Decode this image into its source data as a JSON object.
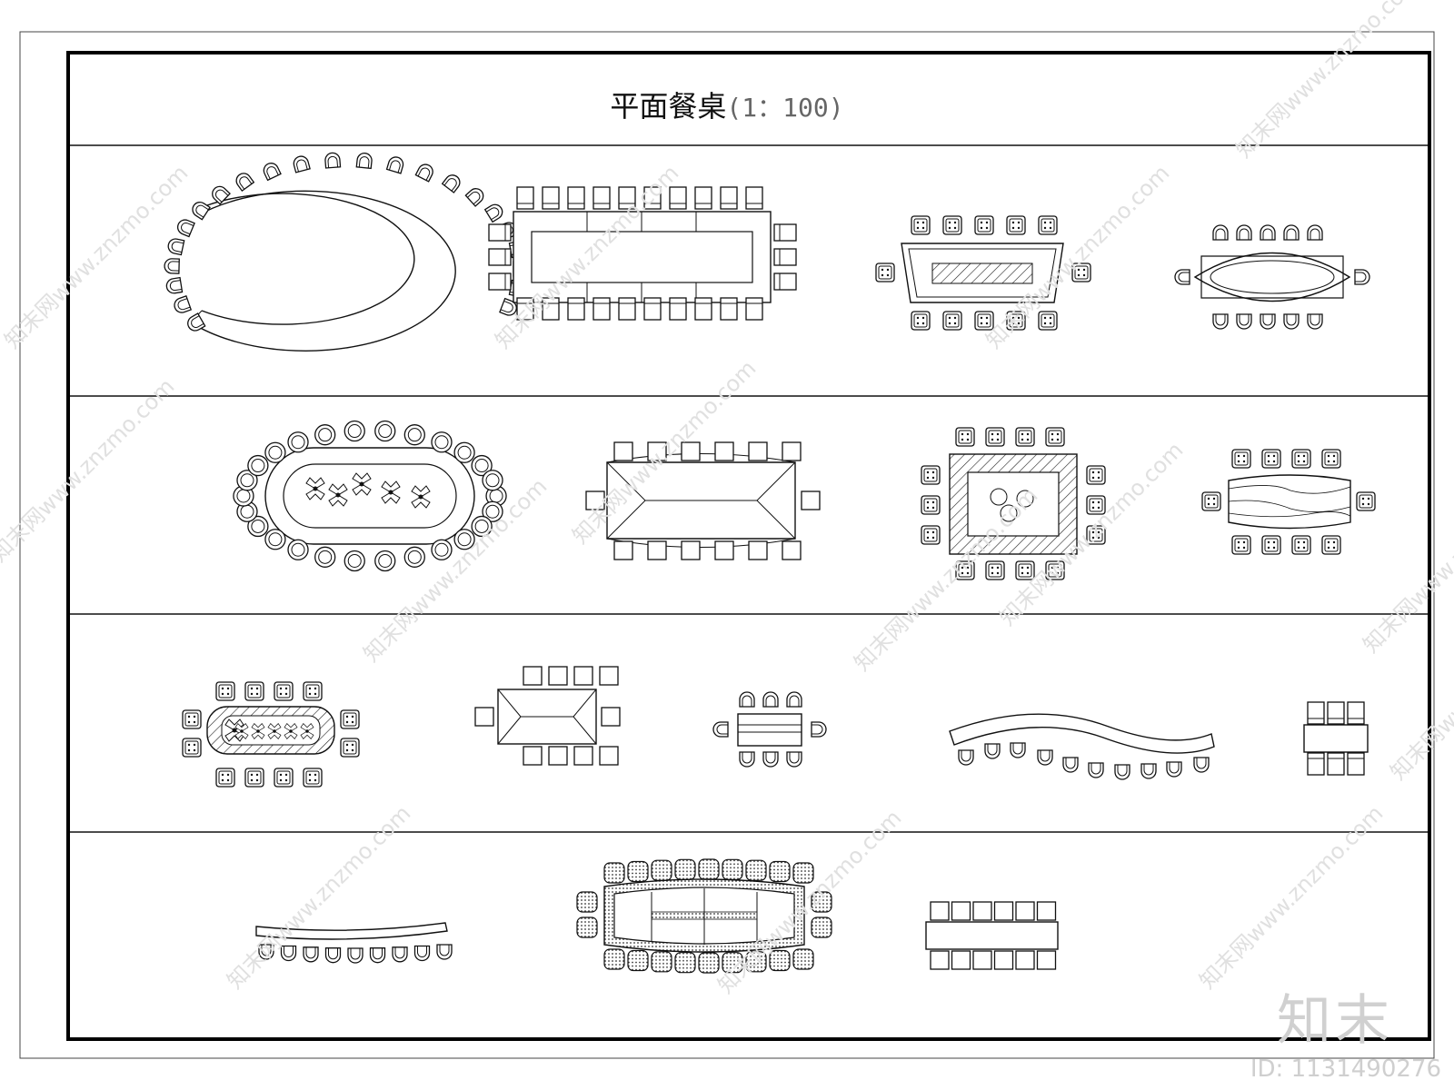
{
  "drawing": {
    "title": "平面餐桌",
    "scale": "(1：100)",
    "colors": {
      "line": "#111111",
      "hatch": "#333333",
      "watermark": "#d8d8d8"
    }
  },
  "watermark": {
    "site": "知末网www.znzmo.com",
    "logo": "知末",
    "id": "ID: 1131490276"
  }
}
